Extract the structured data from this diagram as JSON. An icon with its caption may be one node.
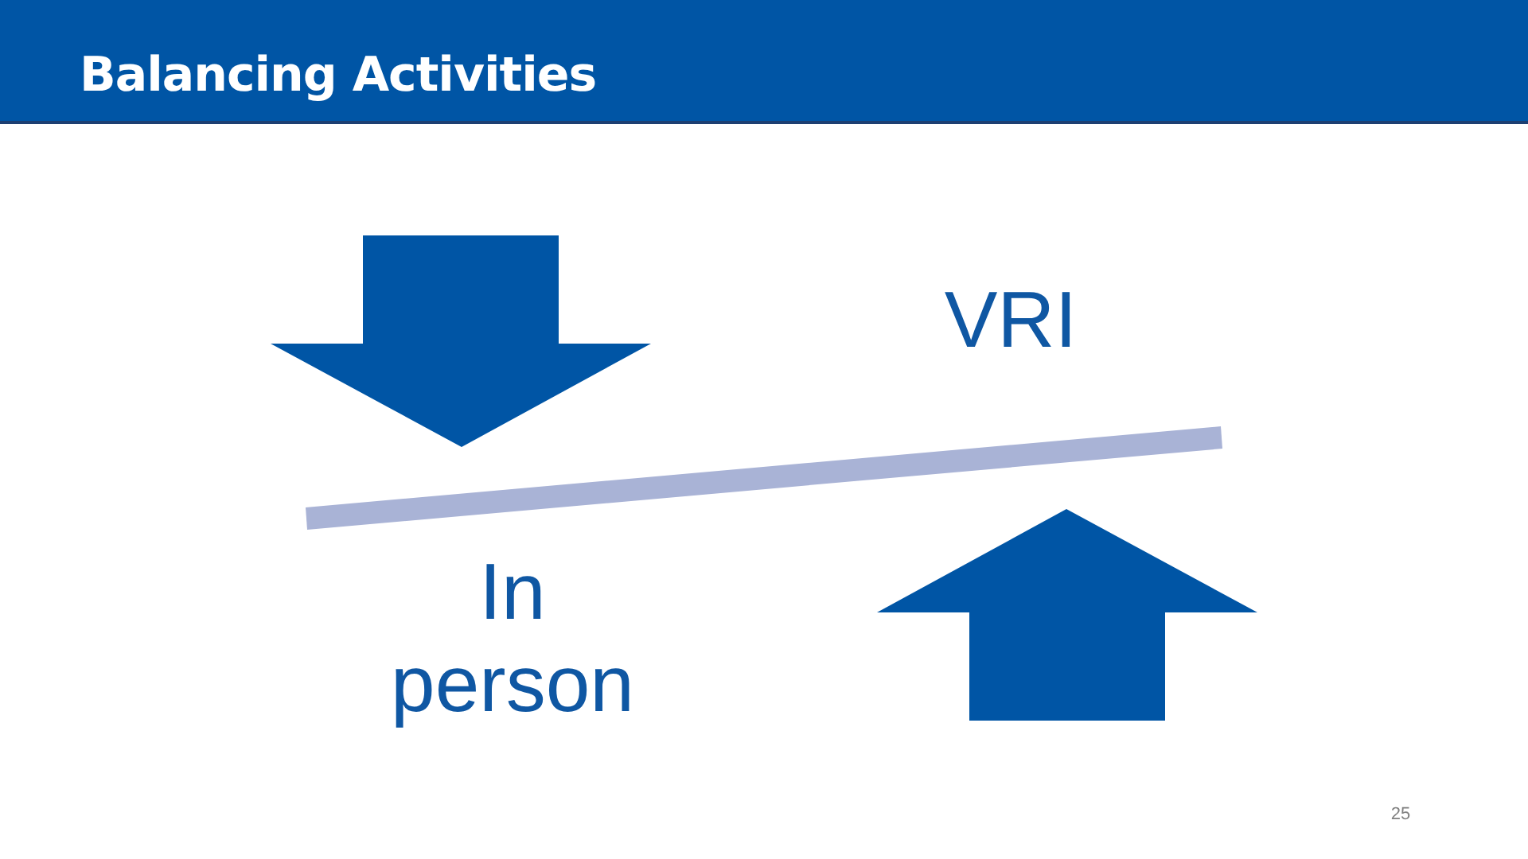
{
  "diagram": {
    "title": "Balancing Activities",
    "nodes": [
      {
        "text": [],
        "shape": "bar"
      }
    ],
    "labels": [
      "VRI",
      "In person",
      "25"
    ]
  }
}
